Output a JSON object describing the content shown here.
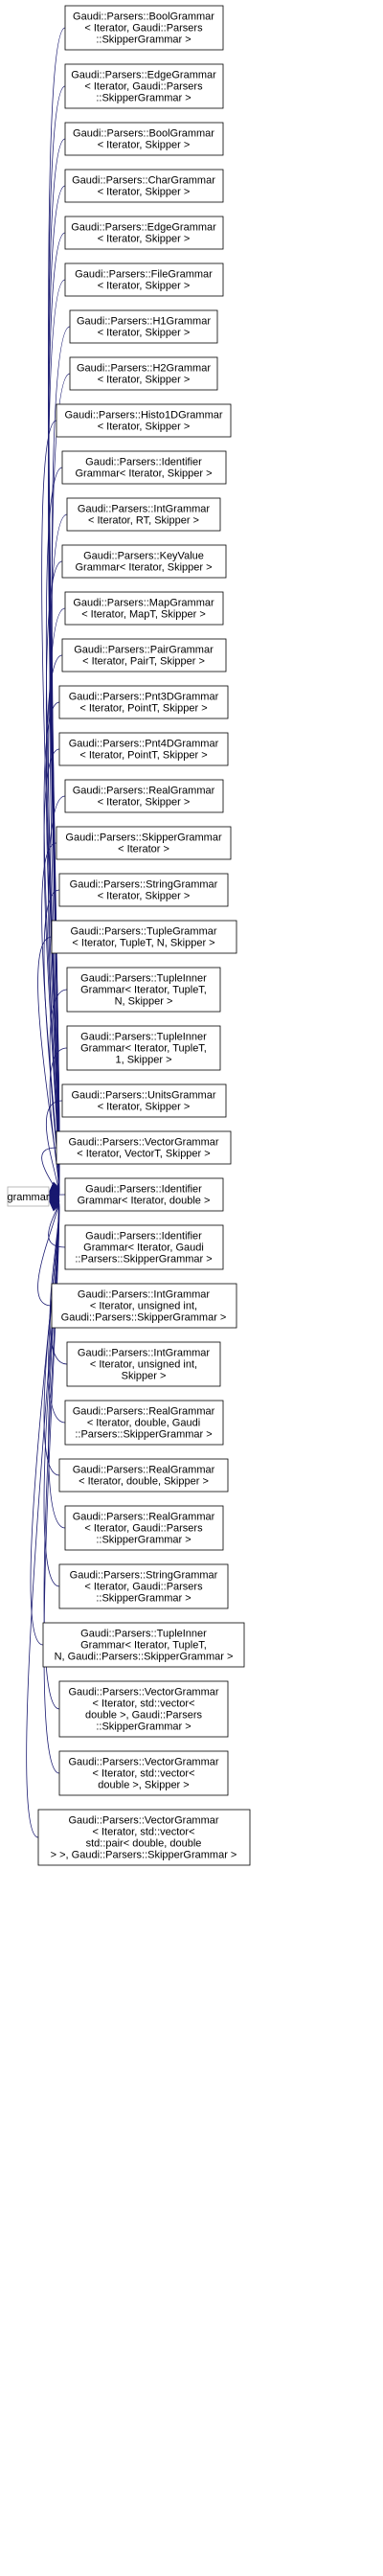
{
  "colors": {
    "edge": "#191970",
    "node_border": "#000000",
    "root_border": "#aaaaaa",
    "background": "#ffffff"
  },
  "root": {
    "label": "grammar"
  },
  "nodes": [
    {
      "lines": [
        "Gaudi::Parsers::BoolGrammar",
        "< Iterator, Gaudi::Parsers",
        "::SkipperGrammar >"
      ]
    },
    {
      "lines": [
        "Gaudi::Parsers::EdgeGrammar",
        "< Iterator, Gaudi::Parsers",
        "::SkipperGrammar >"
      ]
    },
    {
      "lines": [
        "Gaudi::Parsers::BoolGrammar",
        "< Iterator, Skipper >"
      ]
    },
    {
      "lines": [
        "Gaudi::Parsers::CharGrammar",
        "< Iterator, Skipper >"
      ]
    },
    {
      "lines": [
        "Gaudi::Parsers::EdgeGrammar",
        "< Iterator, Skipper >"
      ]
    },
    {
      "lines": [
        "Gaudi::Parsers::FileGrammar",
        "< Iterator, Skipper >"
      ]
    },
    {
      "lines": [
        "Gaudi::Parsers::H1Grammar",
        "< Iterator, Skipper >"
      ]
    },
    {
      "lines": [
        "Gaudi::Parsers::H2Grammar",
        "< Iterator, Skipper >"
      ]
    },
    {
      "lines": [
        "Gaudi::Parsers::Histo1DGrammar",
        "< Iterator, Skipper >"
      ]
    },
    {
      "lines": [
        "Gaudi::Parsers::Identifier",
        "Grammar< Iterator, Skipper >"
      ]
    },
    {
      "lines": [
        "Gaudi::Parsers::IntGrammar",
        "< Iterator, RT, Skipper >"
      ]
    },
    {
      "lines": [
        "Gaudi::Parsers::KeyValue",
        "Grammar< Iterator, Skipper >"
      ]
    },
    {
      "lines": [
        "Gaudi::Parsers::MapGrammar",
        "< Iterator, MapT, Skipper >"
      ]
    },
    {
      "lines": [
        "Gaudi::Parsers::PairGrammar",
        "< Iterator, PairT, Skipper >"
      ]
    },
    {
      "lines": [
        "Gaudi::Parsers::Pnt3DGrammar",
        "< Iterator, PointT, Skipper >"
      ]
    },
    {
      "lines": [
        "Gaudi::Parsers::Pnt4DGrammar",
        "< Iterator, PointT, Skipper >"
      ]
    },
    {
      "lines": [
        "Gaudi::Parsers::RealGrammar",
        "< Iterator, Skipper >"
      ]
    },
    {
      "lines": [
        "Gaudi::Parsers::SkipperGrammar",
        "< Iterator >"
      ]
    },
    {
      "lines": [
        "Gaudi::Parsers::StringGrammar",
        "< Iterator, Skipper >"
      ]
    },
    {
      "lines": [
        "Gaudi::Parsers::TupleGrammar",
        "< Iterator, TupleT, N, Skipper >"
      ]
    },
    {
      "lines": [
        "Gaudi::Parsers::TupleInner",
        "Grammar< Iterator, TupleT,",
        "N, Skipper >"
      ]
    },
    {
      "lines": [
        "Gaudi::Parsers::TupleInner",
        "Grammar< Iterator, TupleT,",
        "1, Skipper >"
      ]
    },
    {
      "lines": [
        "Gaudi::Parsers::UnitsGrammar",
        "< Iterator, Skipper >"
      ]
    },
    {
      "lines": [
        "Gaudi::Parsers::VectorGrammar",
        "< Iterator, VectorT, Skipper >"
      ]
    },
    {
      "lines": [
        "Gaudi::Parsers::Identifier",
        "Grammar< Iterator, double >"
      ]
    },
    {
      "lines": [
        "Gaudi::Parsers::Identifier",
        "Grammar< Iterator, Gaudi",
        "::Parsers::SkipperGrammar >"
      ]
    },
    {
      "lines": [
        "Gaudi::Parsers::IntGrammar",
        "< Iterator, unsigned int,",
        "Gaudi::Parsers::SkipperGrammar >"
      ]
    },
    {
      "lines": [
        "Gaudi::Parsers::IntGrammar",
        "< Iterator, unsigned int,",
        "Skipper >"
      ]
    },
    {
      "lines": [
        "Gaudi::Parsers::RealGrammar",
        "< Iterator, double, Gaudi",
        "::Parsers::SkipperGrammar >"
      ]
    },
    {
      "lines": [
        "Gaudi::Parsers::RealGrammar",
        "< Iterator, double, Skipper >"
      ]
    },
    {
      "lines": [
        "Gaudi::Parsers::RealGrammar",
        "< Iterator, Gaudi::Parsers",
        "::SkipperGrammar >"
      ]
    },
    {
      "lines": [
        "Gaudi::Parsers::StringGrammar",
        "< Iterator, Gaudi::Parsers",
        "::SkipperGrammar >"
      ]
    },
    {
      "lines": [
        "Gaudi::Parsers::TupleInner",
        "Grammar< Iterator, TupleT,",
        "N, Gaudi::Parsers::SkipperGrammar >"
      ]
    },
    {
      "lines": [
        "Gaudi::Parsers::VectorGrammar",
        "< Iterator, std::vector<",
        "double >, Gaudi::Parsers",
        "::SkipperGrammar >"
      ]
    },
    {
      "lines": [
        "Gaudi::Parsers::VectorGrammar",
        "< Iterator, std::vector<",
        "double >, Skipper >"
      ]
    },
    {
      "lines": [
        "Gaudi::Parsers::VectorGrammar",
        "< Iterator, std::vector<",
        "std::pair< double, double",
        "> >, Gaudi::Parsers::SkipperGrammar >"
      ]
    }
  ]
}
